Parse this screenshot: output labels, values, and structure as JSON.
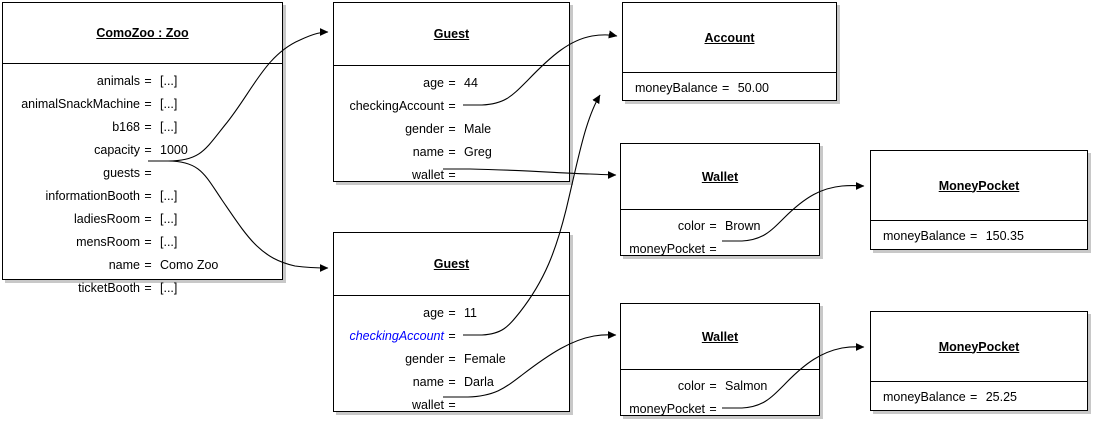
{
  "diagram": {
    "type": "uml-object-diagram",
    "title": "ComoZoo object diagram",
    "colors": {
      "box_border": "#000000",
      "box_fill": "#ffffff",
      "shadow": "#c8c8c8",
      "text": "#000000",
      "highlight_blue": "#0000ff",
      "link": "#000000"
    }
  },
  "objects": [
    {
      "id": "comozoo",
      "title": "ComoZoo : Zoo",
      "attributes": [
        {
          "name": "animals",
          "eq": "=",
          "value": "[...]"
        },
        {
          "name": "animalSnackMachine",
          "eq": "=",
          "value": "[...]"
        },
        {
          "name": "b168",
          "eq": "=",
          "value": "[...]"
        },
        {
          "name": "capacity",
          "eq": "=",
          "value": "1000"
        },
        {
          "name": "guests",
          "eq": "=",
          "value": ""
        },
        {
          "name": "informationBooth",
          "eq": "=",
          "value": "[...]"
        },
        {
          "name": "ladiesRoom",
          "eq": "=",
          "value": "[...]"
        },
        {
          "name": "mensRoom",
          "eq": "=",
          "value": "[...]"
        },
        {
          "name": "name",
          "eq": "=",
          "value": "Como Zoo"
        },
        {
          "name": "ticketBooth",
          "eq": "=",
          "value": "[...]"
        }
      ]
    },
    {
      "id": "guest-greg",
      "title": "Guest",
      "attributes": [
        {
          "name": "age",
          "eq": "=",
          "value": "44"
        },
        {
          "name": "checkingAccount",
          "eq": "=",
          "value": ""
        },
        {
          "name": "gender",
          "eq": "=",
          "value": "Male"
        },
        {
          "name": "name",
          "eq": "=",
          "value": "Greg"
        },
        {
          "name": "wallet",
          "eq": "=",
          "value": ""
        }
      ]
    },
    {
      "id": "guest-darla",
      "title": "Guest",
      "attributes": [
        {
          "name": "age",
          "eq": "=",
          "value": "11"
        },
        {
          "name": "checkingAccount",
          "eq": "=",
          "value": "",
          "style": "blue-italic"
        },
        {
          "name": "gender",
          "eq": "=",
          "value": "Female"
        },
        {
          "name": "name",
          "eq": "=",
          "value": "Darla"
        },
        {
          "name": "wallet",
          "eq": "=",
          "value": ""
        }
      ]
    },
    {
      "id": "account",
      "title": "Account",
      "attributes": [
        {
          "name": "moneyBalance",
          "eq": "=",
          "value": "50.00"
        }
      ]
    },
    {
      "id": "wallet-brown",
      "title": "Wallet",
      "attributes": [
        {
          "name": "color",
          "eq": "=",
          "value": "Brown"
        },
        {
          "name": "moneyPocket",
          "eq": "=",
          "value": ""
        }
      ]
    },
    {
      "id": "wallet-salmon",
      "title": "Wallet",
      "attributes": [
        {
          "name": "color",
          "eq": "=",
          "value": "Salmon"
        },
        {
          "name": "moneyPocket",
          "eq": "=",
          "value": ""
        }
      ]
    },
    {
      "id": "moneypocket-150",
      "title": "MoneyPocket",
      "attributes": [
        {
          "name": "moneyBalance",
          "eq": "=",
          "value": "150.35"
        }
      ]
    },
    {
      "id": "moneypocket-25",
      "title": "MoneyPocket",
      "attributes": [
        {
          "name": "moneyBalance",
          "eq": "=",
          "value": "25.25"
        }
      ]
    }
  ],
  "links": [
    {
      "from": "comozoo.guests",
      "to": "guest-greg"
    },
    {
      "from": "comozoo.guests",
      "to": "guest-darla"
    },
    {
      "from": "guest-greg.checkingAccount",
      "to": "account"
    },
    {
      "from": "guest-greg.wallet",
      "to": "wallet-brown"
    },
    {
      "from": "guest-darla.checkingAccount",
      "to": "account"
    },
    {
      "from": "guest-darla.wallet",
      "to": "wallet-salmon"
    },
    {
      "from": "wallet-brown.moneyPocket",
      "to": "moneypocket-150"
    },
    {
      "from": "wallet-salmon.moneyPocket",
      "to": "moneypocket-25"
    }
  ]
}
